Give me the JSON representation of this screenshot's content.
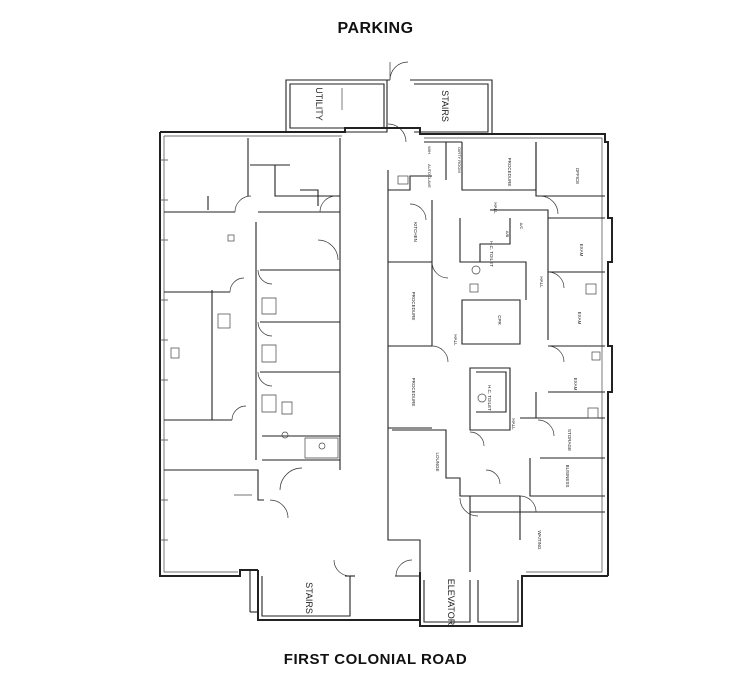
{
  "titles": {
    "top": "PARKING",
    "bottom": "FIRST COLONIAL ROAD"
  },
  "rooms": {
    "utility": "UTILITY",
    "stairs_top": "STAIRS",
    "stairs_bottom": "STAIRS",
    "elevator": "ELEVATOR",
    "procedure_1": "PROCEDURE",
    "procedure_2": "PROCEDURE",
    "procedure_3": "PROCEDURE",
    "office": "OFFICE",
    "exam_1": "EXAM",
    "exam_2": "EXAM",
    "exam_3": "EXAM",
    "kitchen": "KITCHEN",
    "hall_1": "HALL",
    "hall_2": "HALL",
    "hall_3": "HALL",
    "hall_4": "HALL",
    "hc_toilet_1": "H.C. TOILET",
    "hc_toilet_2": "H.C. TOILET",
    "cpr": "CPR",
    "storage": "STORAGE",
    "business": "BUSINESS",
    "lounge": "LOUNGE",
    "waiting": "WAITING",
    "dirty_room": "DIRTY ROOM",
    "ab": "A/B",
    "ac": "A/C",
    "wh": "W/H",
    "autoclave": "AUTOCLAVE"
  }
}
